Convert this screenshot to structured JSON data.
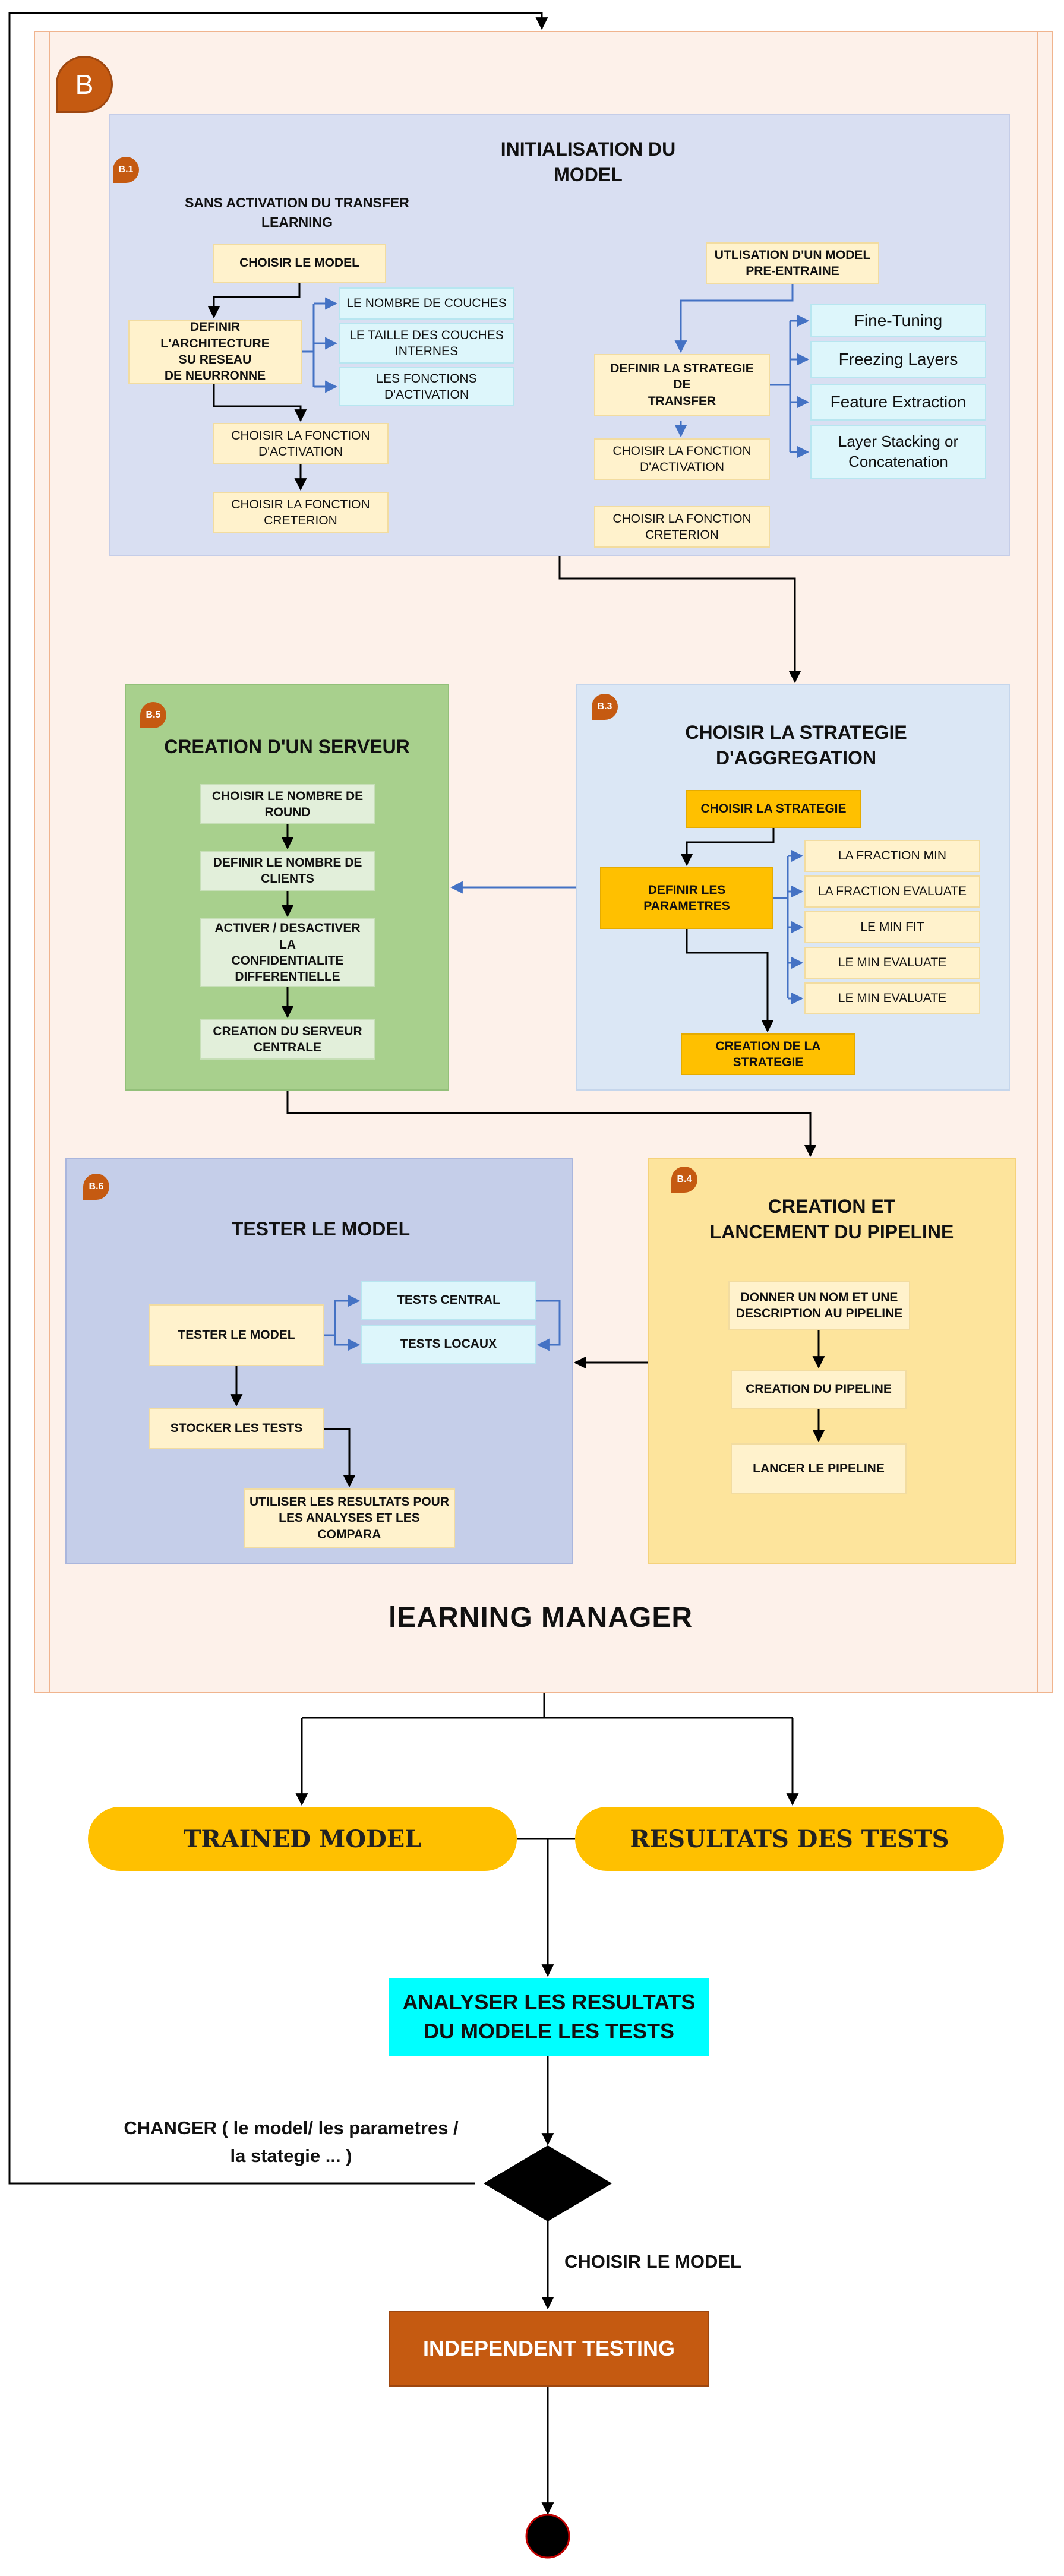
{
  "main_badge": "B",
  "footer_title": "lEARNING MANAGER",
  "b1": {
    "badge": "B.1",
    "title": "INITIALISATION DU\nMODEL",
    "left_heading": "SANS ACTIVATION DU TRANSFER\nLEARNING",
    "choisir_model": "CHOISIR LE MODEL",
    "definir_architecture": "DEFINIR L'ARCHITECTURE\nSU RESEAU\nDE  NEURRONNE",
    "arch_options": [
      "LE NOMBRE DE COUCHES",
      "LE TAILLE DES COUCHES\nINTERNES",
      "LES FONCTIONS\nD'ACTIVATION"
    ],
    "left_fn_activation": "CHOISIR LA FONCTION\nD'ACTIVATION",
    "left_fn_creterion": "CHOISIR LA FONCTION\nCRETERION",
    "pretrained": "UTLISATION D'UN MODEL\nPRE-ENTRAINE",
    "definir_strategie": "DEFINIR LA STRATEGIE DE\nTRANSFER",
    "transfer_options": [
      "Fine-Tuning",
      "Freezing Layers",
      "Feature Extraction",
      "Layer Stacking or\nConcatenation"
    ],
    "right_fn_activation": "CHOISIR LA FONCTION\nD'ACTIVATION",
    "right_fn_creterion": "CHOISIR LA FONCTION\nCRETERION"
  },
  "b3": {
    "badge": "B.3",
    "title": "CHOISIR LA STRATEGIE\nD'AGGREGATION",
    "choisir_strategie": "CHOISIR LA STRATEGIE",
    "definir_parametres": "DEFINIR LES PARAMETRES",
    "params": [
      "LA FRACTION MIN",
      "LA FRACTION EVALUATE",
      "LE MIN FIT",
      "LE MIN EVALUATE",
      "LE MIN EVALUATE"
    ],
    "creation_strategie": "CREATION DE LA\nSTRATEGIE"
  },
  "b5": {
    "badge": "B.5",
    "title": "CREATION D'UN SERVEUR",
    "steps": [
      "CHOISIR LE NOMBRE DE\nROUND",
      "DEFINIR LE NOMBRE DE\nCLIENTS",
      "ACTIVER / DESACTIVER LA\nCONFIDENTIALITE\nDIFFERENTIELLE",
      "CREATION DU SERVEUR\nCENTRALE"
    ]
  },
  "b4": {
    "badge": "B.4",
    "title": "CREATION ET\nLANCEMENT DU PIPELINE",
    "steps": [
      "DONNER UN NOM ET UNE\nDESCRIPTION AU PIPELINE",
      "CREATION DU PIPELINE",
      "LANCER LE PIPELINE"
    ]
  },
  "b6": {
    "badge": "B.6",
    "title": "TESTER LE MODEL",
    "tester": "TESTER LE MODEL",
    "tests_central": "TESTS CENTRAL",
    "tests_locaux": "TESTS LOCAUX",
    "stocker": "STOCKER LES TESTS",
    "utiliser": "UTILISER LES RESULTATS POUR\nLES ANALYSES ET LES COMPARA"
  },
  "outputs": {
    "trained_model": "TRAINED MODEL",
    "resultats_tests": "RESULTATS DES TESTS"
  },
  "analyser": "ANALYSER LES RESULTATS\nDU MODELE LES TESTS",
  "changer_label": "CHANGER ( le model/ les parametres /\nla stategie ... )",
  "choisir_label": "CHOISIR LE MODEL",
  "independent": "INDEPENDENT TESTING",
  "colors": {
    "frame_border": "#f0b48e",
    "frame_fill": "#fdf1ea",
    "accent_orange": "#c55a11",
    "pill_yellow": "#ffc000",
    "analyser_cyan": "#00ffff",
    "arrow_blue": "#4472c4"
  }
}
